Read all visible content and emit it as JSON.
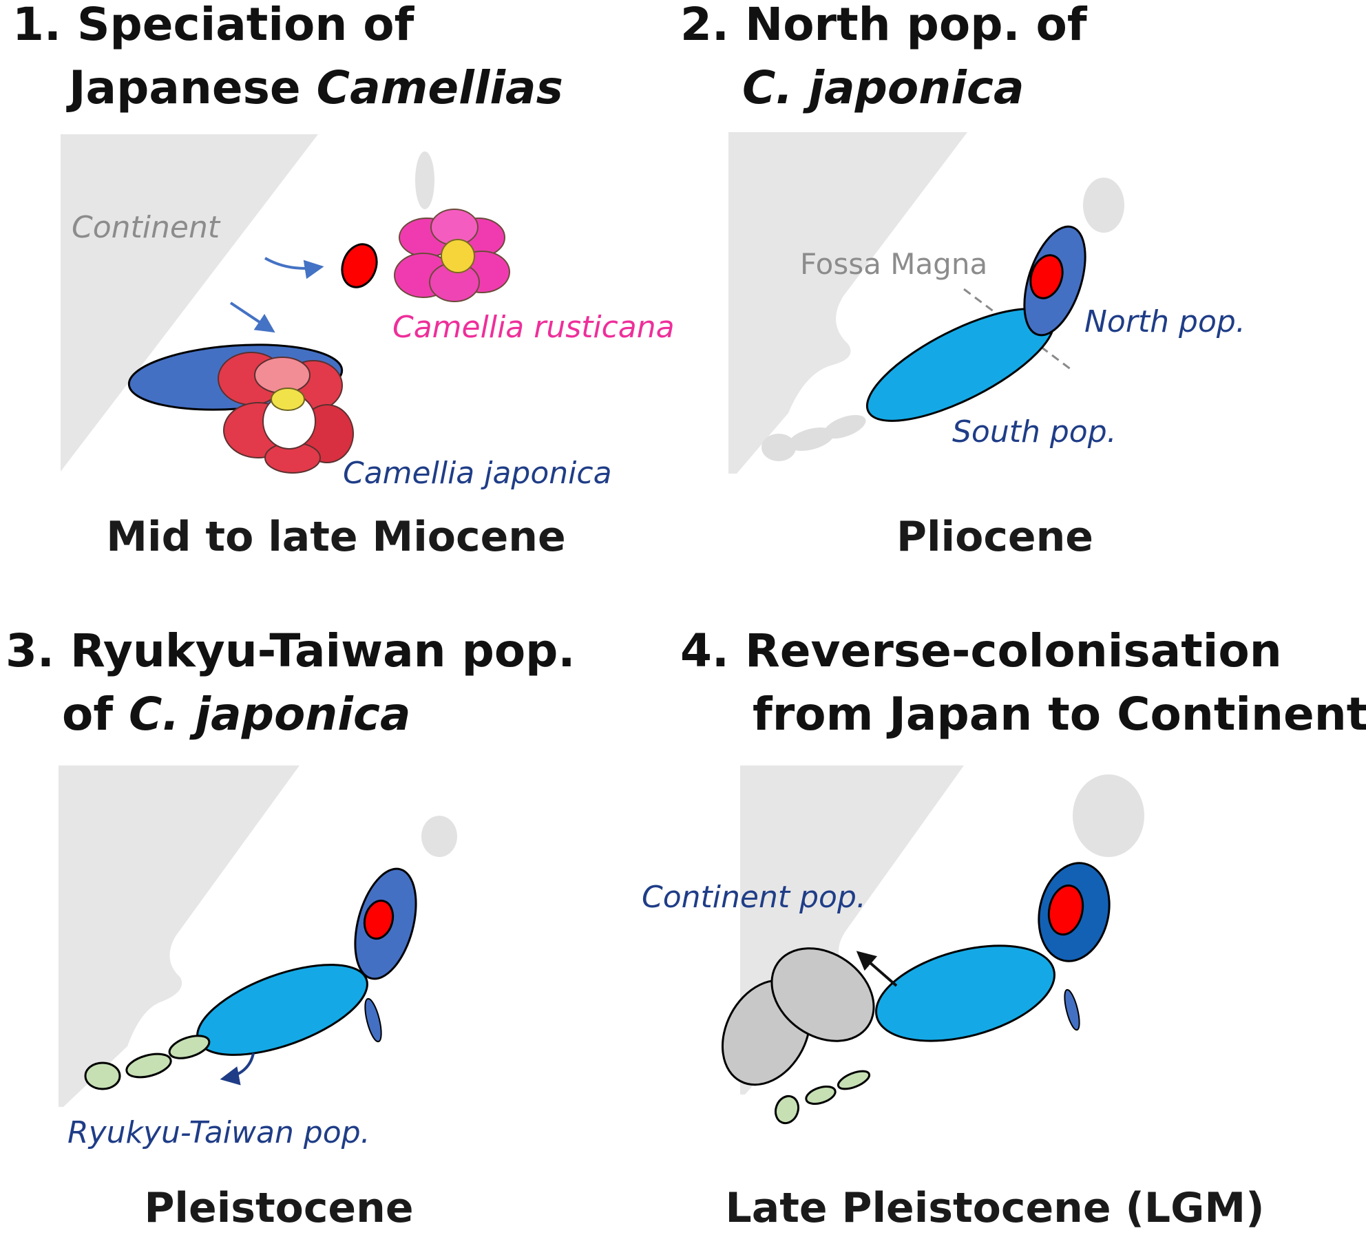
{
  "panels": [
    {
      "title_line1": "1. Speciation of",
      "title_line2_plain": "Japanese ",
      "title_line2_italic": "Camellias",
      "period": "Mid to late Miocene",
      "labels": {
        "continent": "Continent",
        "rusticana": "Camellia rusticana",
        "japonica": "Camellia japonica"
      }
    },
    {
      "title_line1": "2. North pop. of",
      "title_line2_plain": "",
      "title_line2_italic": "C. japonica",
      "period": "Pliocene",
      "labels": {
        "fossa": "Fossa Magna",
        "north": "North pop.",
        "south": "South pop."
      }
    },
    {
      "title_line1": "3. Ryukyu-Taiwan pop.",
      "title_line2_plain": "of ",
      "title_line2_italic": "C. japonica",
      "period": "Pleistocene",
      "labels": {
        "ryukyu": "Ryukyu-Taiwan pop."
      }
    },
    {
      "title_line1": "4. Reverse-colonisation",
      "title_line2_plain": "from Japan to Continent",
      "title_line2_italic": "",
      "period": "Late Pleistocene (LGM)",
      "labels": {
        "continent_pop": "Continent pop."
      }
    }
  ],
  "colors": {
    "land": "#e6e6e6",
    "island": "#dedede",
    "south_pop": "#14a9e6",
    "north_pop": "#4470c4",
    "north_pop_dark": "#1361b5",
    "rusticana_pop": "#ff0000",
    "ryukyu_pop": "#c6e0b4",
    "continent_pop": "#c8c8c8",
    "arrow_blue": "#4472c4",
    "arrow_navy": "#1f3d87",
    "flower_red": "#e23a4a",
    "flower_pink": "#f03bb0"
  }
}
